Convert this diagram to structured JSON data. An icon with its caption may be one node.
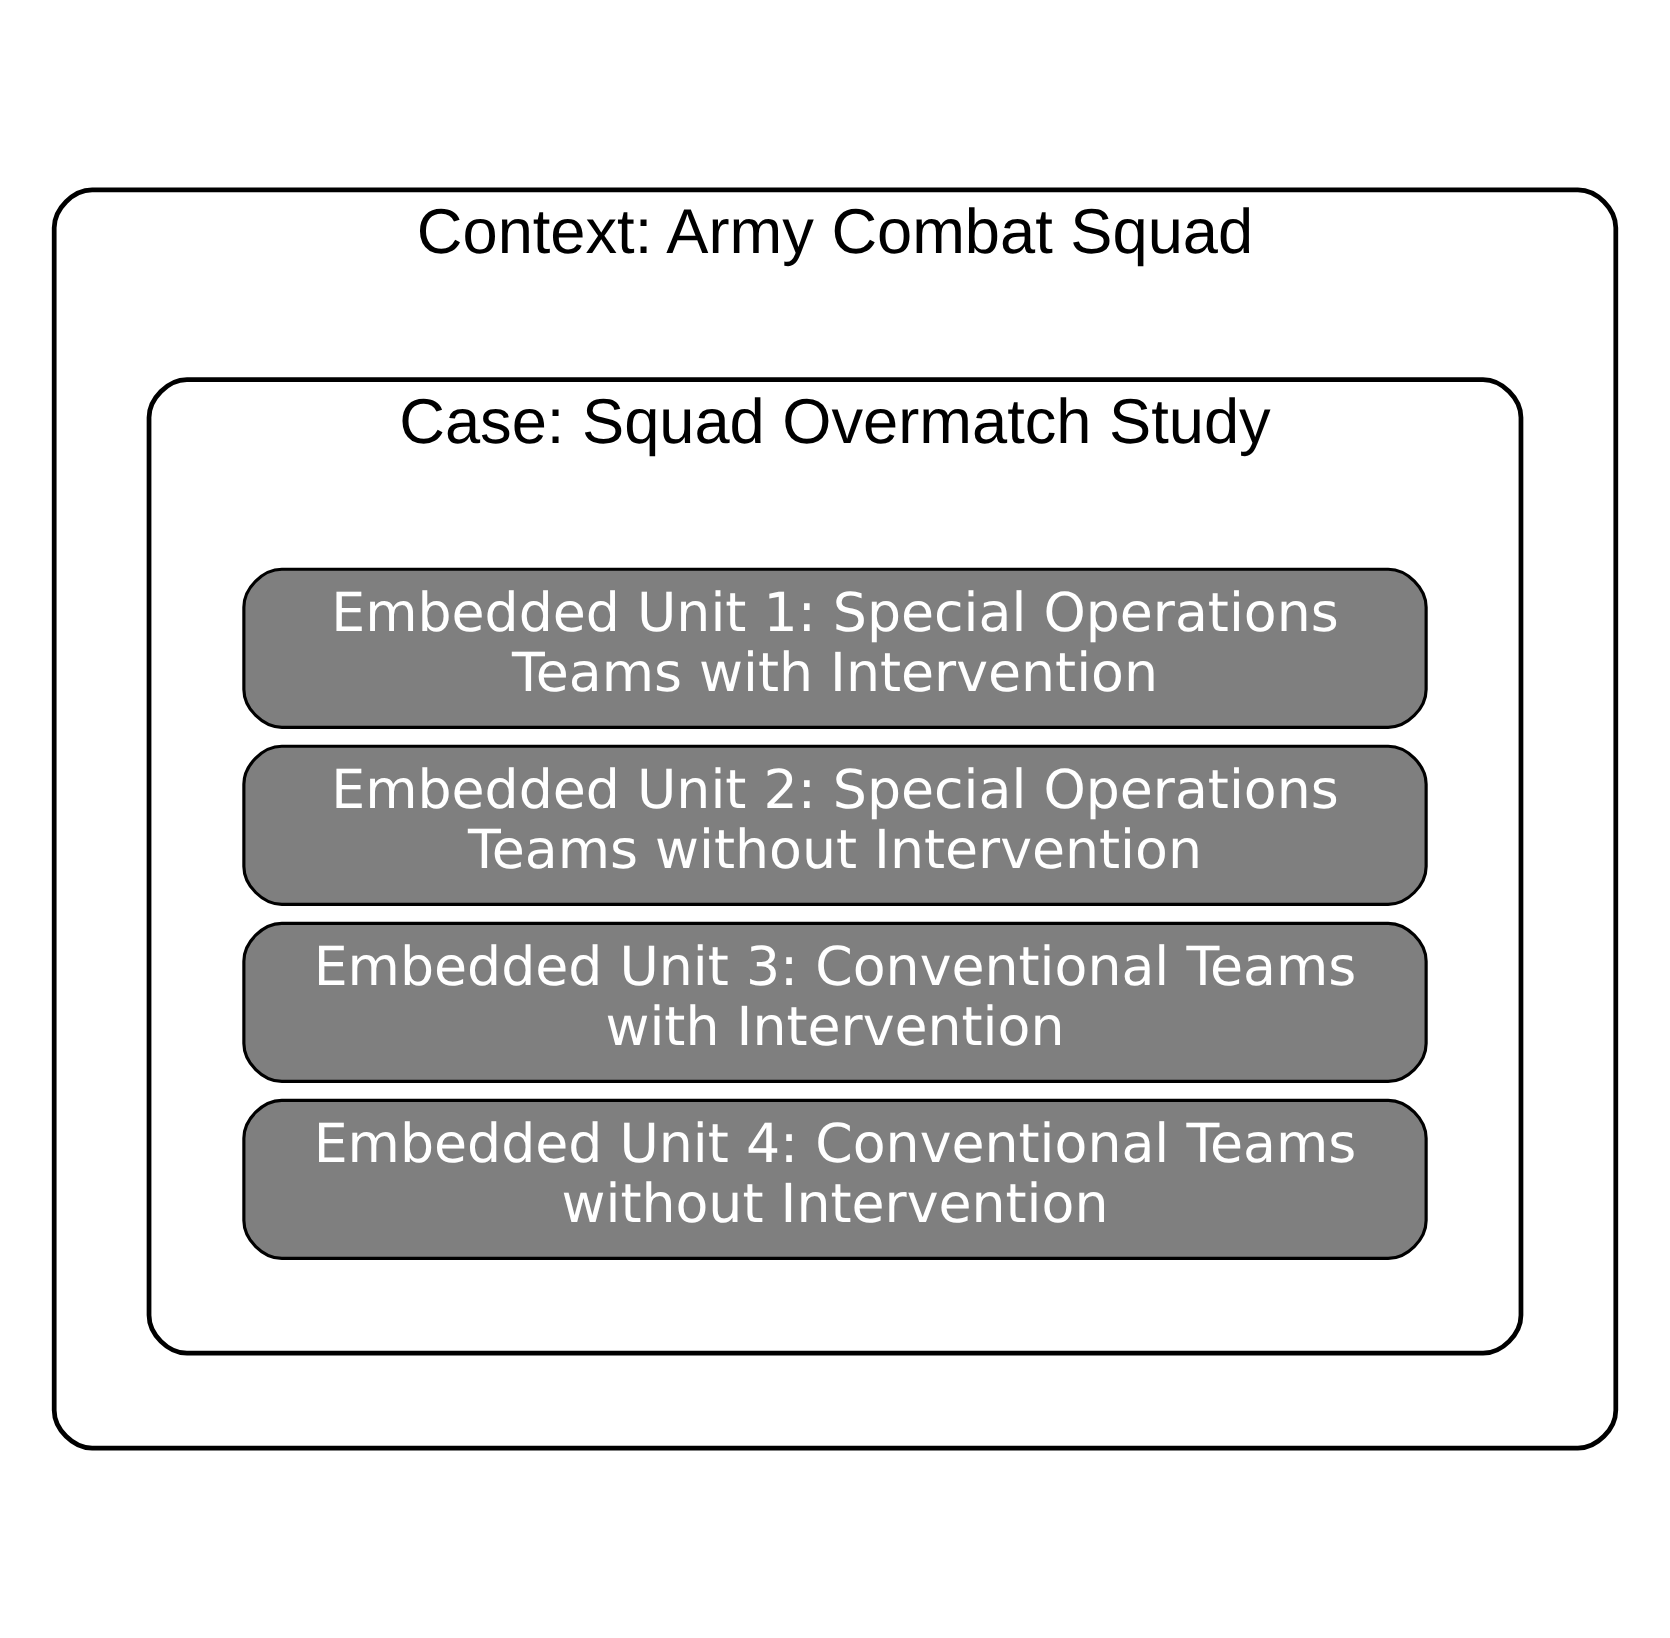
{
  "diagram": {
    "nodes": [
      {
        "text": [
          "Context: Army Combat Squad"
        ]
      },
      {
        "text": [
          "Case: Squad Overmatch Study"
        ],
        "in": 0
      },
      {
        "text": [
          "Embedded Unit 1: Special Operations Teams with Intervention"
        ],
        "in": 1
      },
      {
        "text": [
          "Embedded Unit 2: Special Operations Teams without Intervention"
        ],
        "in": 1
      },
      {
        "text": [
          "Embedded Unit 3: Conventional Teams with Intervention"
        ],
        "in": 1
      },
      {
        "text": [
          "Embedded Unit 4: Conventional Teams without Intervention"
        ],
        "in": 1
      }
    ]
  }
}
